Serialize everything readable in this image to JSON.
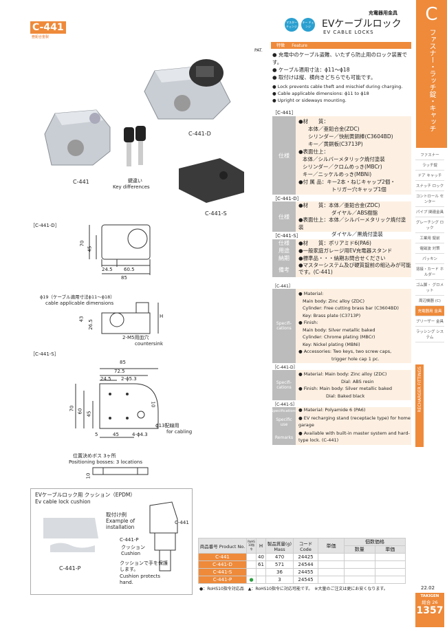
{
  "header": {
    "product_code": "C-441",
    "material_sub": "亜鉛合金製",
    "category": "充電器用金具",
    "title_jp": "EVケーブルロック",
    "title_en": "EV CABLE LOCKS",
    "badge1": "マスター チェンジ",
    "badge2": "キー チェンジ"
  },
  "side_tab": {
    "letter": "C",
    "vertical_title": "ファスナー・ラッチ錠・キャッチ",
    "items": [
      "ファスナー",
      "ラッチ錠",
      "ドア キャッチ",
      "スナッチ ロック",
      "コントロール センター",
      "パイプ 関連金具",
      "グレーチング ロック",
      "工業用 錠前",
      "電磁波 対策",
      "パッキン",
      "溶接・カード ホルダー",
      "ゴム脚・ グロメット",
      "周辺機器 (C)",
      "充電器用 金具",
      "ブリーザー 金具",
      "ラッシング システム"
    ],
    "vertical_en": "RECHARGER FITTINGS"
  },
  "images": {
    "pat": "PAT.",
    "label_441": "C-441",
    "label_441d": "C-441-D",
    "label_441s": "C-441-S",
    "key_diff_jp": "鍵違い",
    "key_diff_en": "Key differences"
  },
  "feature": {
    "header_jp": "特徴",
    "header_en": "Feature",
    "jp": [
      "● 充電中のケーブル盗難、いたずら防止用のロック装置です。",
      "● ケーブル適用寸法：ϕ11〜ϕ18",
      "● 取付けは縦、横向きどちらでも可能です。"
    ],
    "en": [
      "● Lock prevents cable theft and mischief during charging.",
      "● Cable applicable dimensions: ϕ11 to ϕ18",
      "● Upright or sideways mounting."
    ]
  },
  "spec_jp": {
    "c441_title": "［C-441］",
    "c441_label": "仕様",
    "c441_lines": [
      "●材　　質：",
      "本体／亜鉛合金(ZDC)",
      "シリンダー／快削黄銅棒(C3604BD)",
      "キー／黄銅板(C3713P)",
      "●表面仕上：",
      "本体／シルバーメタリック焼付塗装",
      "シリンダー／クロムめっき(MBCr)",
      "キー／ニッケルめっき(MBNi)",
      "●付 属 品：キー2本・ねじキャップ2個・",
      "トリガー穴キャップ1個"
    ],
    "c441d_title": "［C-441-D］",
    "c441d_label": "仕様",
    "c441d_lines": [
      "●材　　質：本体／亜鉛合金(ZDC)",
      "ダイヤル／ABS樹脂",
      "●表面仕上：本体／シルバーメタリック焼付塗装",
      "ダイヤル／黒焼付塗装"
    ],
    "c441s_title": "［C-441-S］",
    "c441s_rows": [
      {
        "label": "仕様",
        "text": "●材　　質：ポリアミド6(PA6)"
      },
      {
        "label": "用途",
        "text": "●一般家庭ガレージ用EV充電器スタンド"
      },
      {
        "label": "納期",
        "text": "●標準品・・・納期お問合せください"
      },
      {
        "label": "備考",
        "text": "●マスターシステム及び硬質錠前の組込みが可能です。(C-441)"
      }
    ]
  },
  "spec_en": {
    "c441_title": "［C-441］",
    "label": "Specifi-cations",
    "c441_lines": [
      "● Material:",
      "Main body: Zinc alloy (ZDC)",
      "Cylinder: Free cutting brass bar (C3604BD)",
      "Key: Brass plate (C3713P)",
      "● Finish:",
      "Main body: Silver metallic baked",
      "Cylinder: Chrome plating (MBCr)",
      "Key: Nickel plating (MBNi)",
      "● Accessories: Two keys, two screw caps,",
      "trigger hole cap 1 pc."
    ],
    "c441d_title": "［C-441-D］",
    "c441d_lines": [
      "● Material: Main body: Zinc alloy (ZDC)",
      "Dial: ABS resin",
      "● Finish: Main body: Silver metallic baked",
      "Dial: Baked black"
    ],
    "c441s_title": "［C-441-S］",
    "c441s_rows": [
      {
        "label": "Specifications",
        "text": "● Material: Polyamide 6 (PA6)"
      },
      {
        "label": "Specific use",
        "text": "● EV recharging stand (receptacle type) for home garage"
      },
      {
        "label": "Remarks",
        "text": "● Available with built-in master system and hard-type lock. (C-441)"
      }
    ]
  },
  "drawings": {
    "c441d_title": "［C-441-D］",
    "c441s_title": "［C-441-S］",
    "dim_70": "70",
    "dim_45": "45",
    "dim_24_5": "24.5",
    "dim_60_5": "60.5",
    "dim_85": "85",
    "cable_jp": "ϕ19（ケーブル適用寸法ϕ11〜ϕ18）",
    "cable_en": "cable applicable dimensions",
    "dim_43": "43",
    "dim_26_5": "26.5",
    "dim_H": "H",
    "countersink_jp": "2-M5用皿穴",
    "countersink_en": "countersink",
    "s_85": "85",
    "s_72_5": "72.5",
    "s_24_5": "24.5",
    "s_2_5_3": "2-ϕ5.3",
    "s_70": "70",
    "s_60": "60",
    "s_45": "45",
    "s_10": "10",
    "s_5": "5",
    "s_45b": "45",
    "s_4_4_3": "4-ϕ4.3",
    "cabling_jp": "ϕ13配線用",
    "cabling_en": "for cabling",
    "boss_jp": "位置決めボス 3ヶ所",
    "boss_en": "Positioning bosses: 3 locations",
    "boss_10": "10"
  },
  "cushion": {
    "title_jp": "EVケーブルロック用 クッション（EPDM）",
    "title_en": "Ev cable lock cushion",
    "example_jp": "取付け例",
    "example_en": "Example of installation",
    "c441_ref": "C-441",
    "c441p_ref": "C-441-P",
    "cushion_jp": "クッション",
    "cushion_en": "Cushion",
    "protect_jp": "クッションで手を保護します。",
    "protect_en": "Cushion protects hand.",
    "label": "C-441-P"
  },
  "table": {
    "headers": [
      "商品番号 Product No.",
      "RoHS 10指令",
      "H",
      "製品質量(g) Mass",
      "コード Code",
      "単価",
      "数量",
      "単価"
    ],
    "price_group": "個数価格",
    "rows": [
      {
        "no": "C-441",
        "rohs": "",
        "h": "40",
        "mass": "470",
        "code": "24425"
      },
      {
        "no": "C-441-D",
        "rohs": "",
        "h": "61",
        "mass": "571",
        "code": "24544"
      },
      {
        "no": "C-441-S",
        "rohs": "",
        "h": "",
        "mass": "36",
        "code": "24455"
      },
      {
        "no": "C-441-P",
        "rohs": "●",
        "h": "",
        "mass": "3",
        "code": "24545"
      }
    ],
    "footnote": "●：RoHS10指令対応品　▲：RoHS10指令に対応可能です。　※大量のご注文は更にお安くなります。"
  },
  "footer": {
    "date": "22.02",
    "brand": "TAKIGEN",
    "catalog": "総合 26",
    "page": "1357"
  }
}
